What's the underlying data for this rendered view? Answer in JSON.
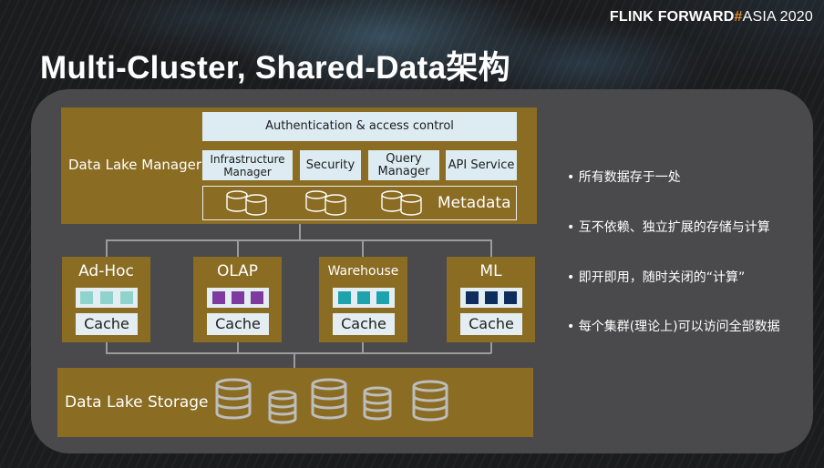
{
  "brand": {
    "flink": "FLINK",
    "forward": "FORWARD",
    "hash": "#",
    "asia": "ASIA 2020"
  },
  "title": "Multi-Cluster, Shared-Data架构",
  "manager": {
    "label": "Data Lake Manager",
    "auth": "Authentication & access control",
    "modules": [
      "Infrastructure Manager",
      "Security",
      "Query Manager",
      "API Service"
    ],
    "metadata": "Metadata"
  },
  "clusters": [
    {
      "name": "Ad-Hoc",
      "cache": "Cache",
      "color": "#8fd3cc"
    },
    {
      "name": "OLAP",
      "cache": "Cache",
      "color": "#7e3a9e"
    },
    {
      "name": "Warehouse",
      "cache": "Cache",
      "color": "#1ea3ac"
    },
    {
      "name": "ML",
      "cache": "Cache",
      "color": "#0f2d5c"
    }
  ],
  "storage": {
    "label": "Data Lake Storage"
  },
  "bullets": [
    "所有数据存于一处",
    "互不依赖、独立扩展的存储与计算",
    "即开即用，随时关闭的“计算”",
    "每个集群(理论上)可以访问全部数据"
  ],
  "colors": {
    "gold": "#8a6c22",
    "panel": "#4a4a4c",
    "light": "#dcecf2",
    "accent": "#e98a2b"
  }
}
